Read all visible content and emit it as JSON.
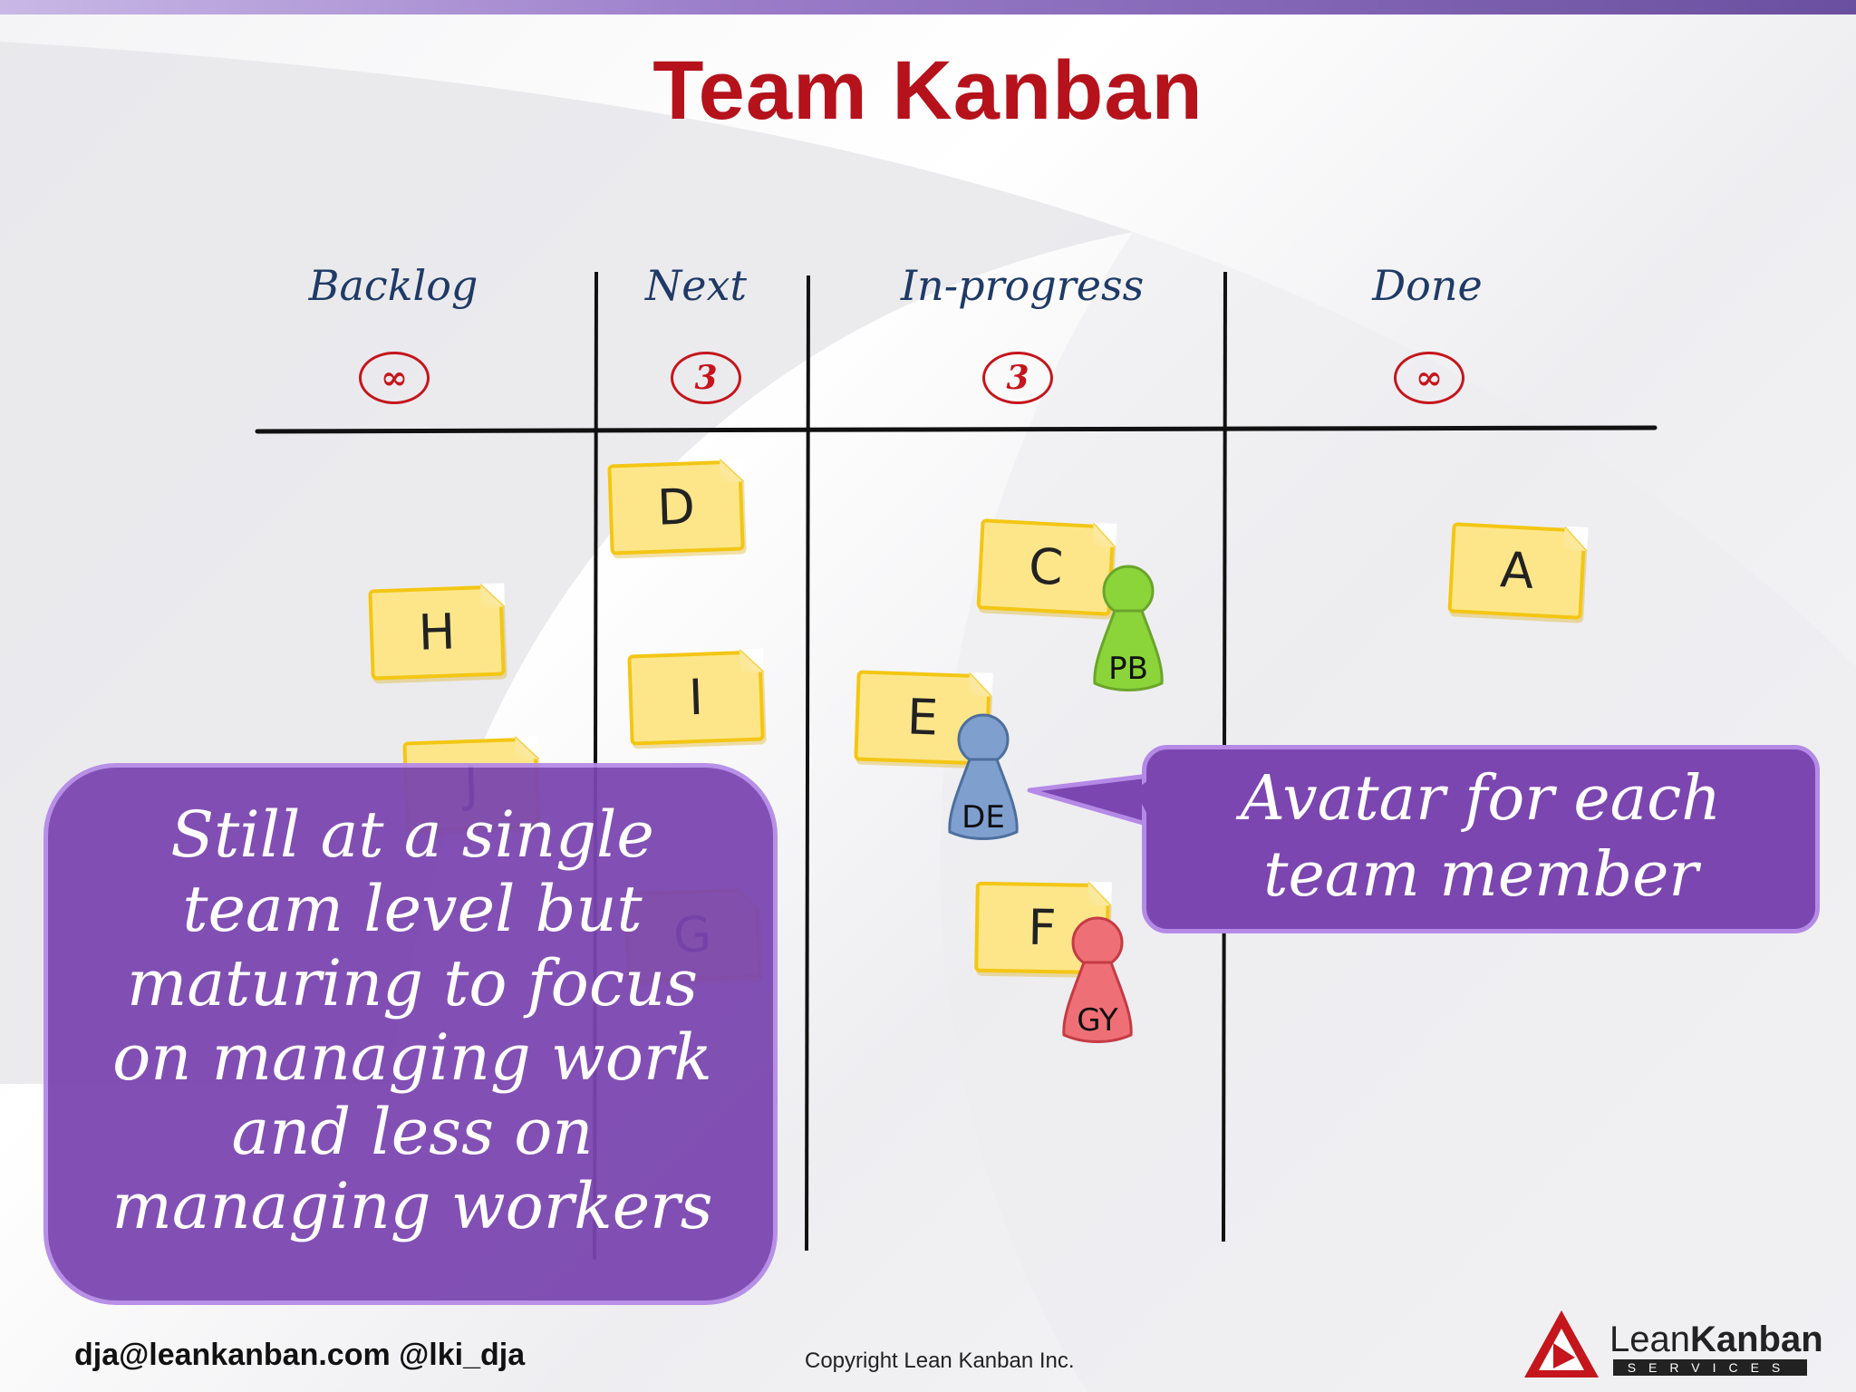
{
  "title": "Team Kanban",
  "columns": [
    {
      "name": "Backlog",
      "wip": "∞"
    },
    {
      "name": "Next",
      "wip": "3"
    },
    {
      "name": "In-progress",
      "wip": "3"
    },
    {
      "name": "Done",
      "wip": "∞"
    }
  ],
  "cards": {
    "d": "D",
    "h": "H",
    "i": "I",
    "j": "J",
    "g": "G",
    "c": "C",
    "e": "E",
    "f": "F",
    "a": "A"
  },
  "avatars": {
    "pb": {
      "label": "PB",
      "color": "#8bd43a"
    },
    "de": {
      "label": "DE",
      "color": "#7f9fcf"
    },
    "gy": {
      "label": "GY",
      "color": "#ef6f76"
    }
  },
  "callout_left": [
    "Still at a single",
    "team level but",
    "maturing to focus",
    "on managing work",
    "and less on",
    "managing workers"
  ],
  "callout_right": [
    "Avatar for each",
    "team member"
  ],
  "footer": {
    "contact": "dja@leankanban.com @lki_dja",
    "copyright": "Copyright Lean Kanban  Inc.",
    "logo_lean": "Lean",
    "logo_kanban": "Kanban",
    "logo_services": "SERVICES"
  },
  "colors": {
    "title": "#b5121b",
    "column_head": "#1f3a66",
    "wip_circle": "#c4161c",
    "sticky_note": "#fde68a",
    "callout": "#7b46b0"
  }
}
